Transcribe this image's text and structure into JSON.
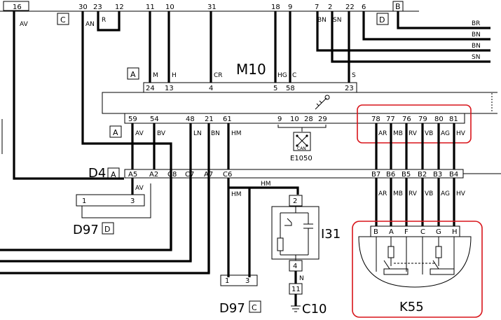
{
  "top_bus": {
    "pins": [
      "16",
      "30",
      "23",
      "12",
      "11",
      "10",
      "31",
      "18",
      "9",
      "7",
      "2",
      "22",
      "6"
    ],
    "wire_labels": [
      "AV",
      "AN",
      "R"
    ],
    "boxes": [
      "C",
      "D",
      "B"
    ]
  },
  "right_outputs": [
    "BR",
    "BN",
    "BN",
    "SN"
  ],
  "m10": {
    "name": "M10",
    "box": "A",
    "upper_wire_labels": [
      "M",
      "H",
      "CR",
      "HG",
      "C",
      "S"
    ],
    "upper_pins": [
      "24",
      "13",
      "4",
      "5",
      "58",
      "23"
    ],
    "bn": "BN",
    "sn": "SN"
  },
  "bottom_connector": {
    "pins": [
      "59",
      "54",
      "48",
      "21",
      "61",
      "9",
      "10",
      "28",
      "29",
      "78",
      "77",
      "76",
      "79",
      "80",
      "81"
    ],
    "wire_labels": [
      "AV",
      "BV",
      "LN",
      "BN",
      "HM",
      "AR",
      "MB",
      "RV",
      "VB",
      "AG",
      "HV"
    ],
    "box": "A"
  },
  "can_icon": {
    "label": "CAN",
    "code": "E1050"
  },
  "d4": {
    "name": "D4",
    "box": "A",
    "pins": [
      "A5",
      "A2",
      "C8",
      "C7",
      "A7",
      "C6",
      "B7",
      "B6",
      "B5",
      "B2",
      "B3",
      "B4"
    ],
    "below_labels": [
      "AV",
      "HM",
      "HM",
      "AR",
      "MB",
      "RV",
      "VB",
      "AG",
      "HV"
    ]
  },
  "d97_top": {
    "name": "D97",
    "box": "D",
    "pins": [
      "1",
      "3"
    ]
  },
  "d97_bottom": {
    "name": "D97",
    "box": "C",
    "pins": [
      "1",
      "3"
    ]
  },
  "i31": {
    "name": "I31",
    "pins": [
      "2",
      "4"
    ],
    "wire": "N",
    "link_pin": "11"
  },
  "c10": {
    "name": "C10"
  },
  "k55": {
    "name": "K55",
    "pins": [
      "B",
      "A",
      "F",
      "C",
      "G",
      "H"
    ]
  },
  "colors": {
    "highlight": "#d8141a",
    "ink": "#000000"
  }
}
